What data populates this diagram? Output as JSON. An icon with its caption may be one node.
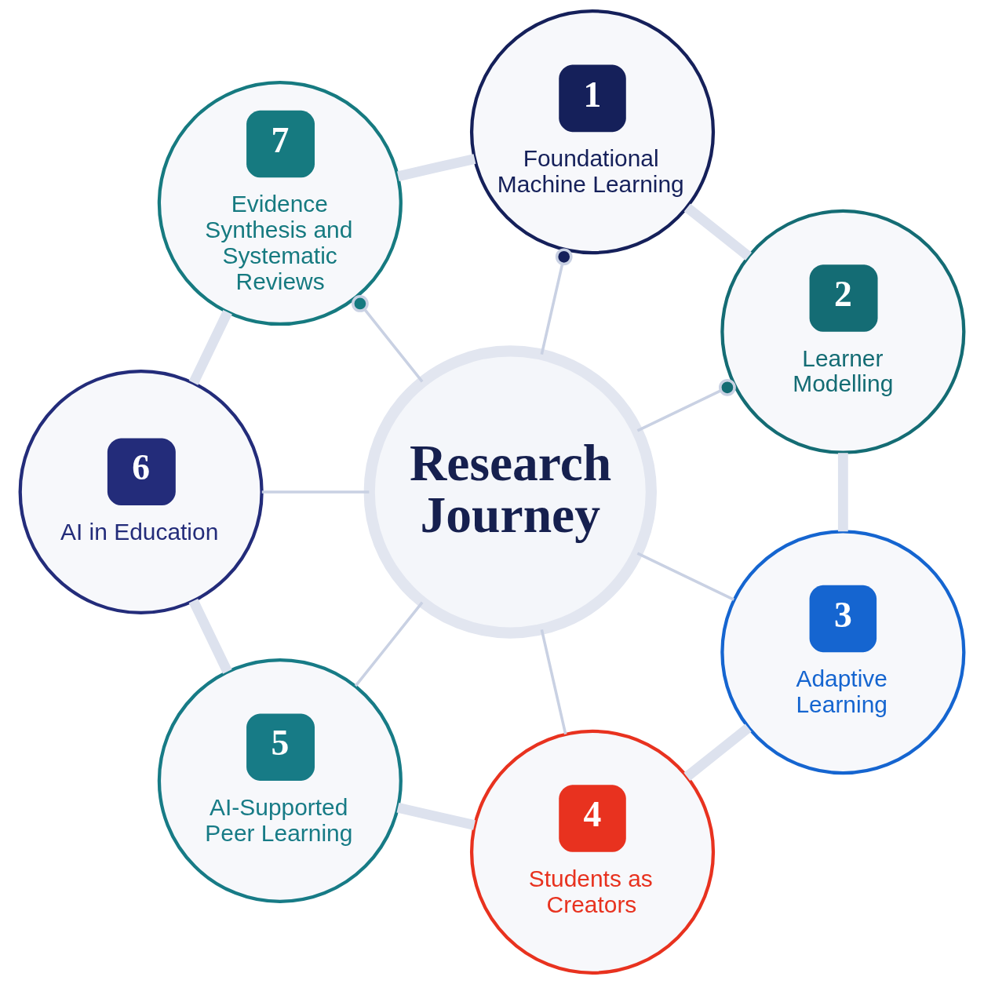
{
  "diagram": {
    "nodes": [
      {
        "text": [
          "Research Journey"
        ]
      },
      {
        "text": [
          "1",
          "Foundational Machine Learning"
        ]
      },
      {
        "text": [
          "2",
          "Learner Modelling"
        ]
      },
      {
        "text": [
          "3",
          "Adaptive Learning"
        ]
      },
      {
        "text": [
          "4",
          "Students as Creators"
        ]
      },
      {
        "text": [
          "5",
          "AI-Supported Peer Learning"
        ]
      },
      {
        "text": [
          "6",
          "AI in Education"
        ]
      },
      {
        "text": [
          "7",
          "Evidence Synthesis and Systematic Reviews"
        ]
      }
    ],
    "edges": [
      {
        "from": 0,
        "to": 1,
        "arrow": "other",
        "color": "#c9d1e3"
      },
      {
        "from": 0,
        "to": 2,
        "arrow": "other",
        "color": "#c9d1e3"
      },
      {
        "from": 0,
        "to": 3,
        "arrow": "none",
        "color": "#c9d1e3"
      },
      {
        "from": 0,
        "to": 4,
        "arrow": "none",
        "color": "#c9d1e3"
      },
      {
        "from": 0,
        "to": 5,
        "arrow": "none",
        "color": "#c9d1e3"
      },
      {
        "from": 0,
        "to": 6,
        "arrow": "none",
        "color": "#c9d1e3"
      },
      {
        "from": 0,
        "to": 7,
        "arrow": "other",
        "color": "#c9d1e3"
      },
      {
        "from": 1,
        "to": 2,
        "arrow": "none",
        "style": "thick",
        "color": "#dde2ee"
      },
      {
        "from": 2,
        "to": 3,
        "arrow": "none",
        "style": "thick",
        "color": "#dde2ee"
      },
      {
        "from": 3,
        "to": 4,
        "arrow": "none",
        "style": "thick",
        "color": "#dde2ee"
      },
      {
        "from": 4,
        "to": 5,
        "arrow": "none",
        "style": "thick",
        "color": "#dde2ee"
      },
      {
        "from": 5,
        "to": 6,
        "arrow": "none",
        "style": "thick",
        "color": "#dde2ee"
      },
      {
        "from": 6,
        "to": 7,
        "arrow": "none",
        "style": "thick",
        "color": "#dde2ee"
      },
      {
        "from": 7,
        "to": 1,
        "arrow": "none",
        "style": "thick",
        "color": "#dde2ee"
      }
    ]
  }
}
